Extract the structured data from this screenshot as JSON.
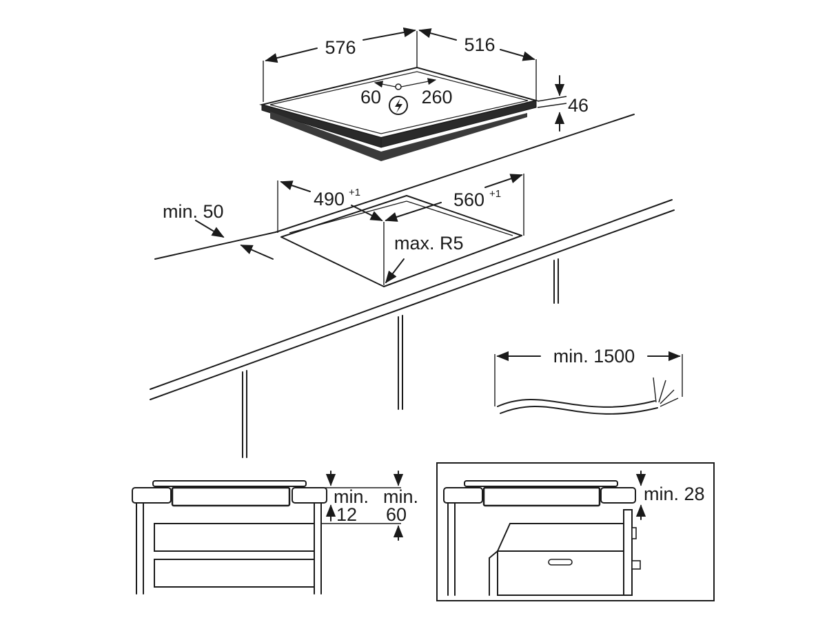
{
  "dimensions": {
    "hob_width": "576",
    "hob_depth": "516",
    "hob_height": "46",
    "connection_offset_left": "60",
    "connection_offset_right": "260",
    "cutout_depth": "490",
    "cutout_depth_tol": "+1",
    "cutout_width": "560",
    "cutout_width_tol": "+1",
    "min_front_distance": "min. 50",
    "max_corner_radius": "max. R5",
    "min_cable_length": "min. 1500"
  },
  "installation_left": {
    "gap_label_top": "min.",
    "gap_value": "12",
    "depth_label_top": "min.",
    "depth_value": "60"
  },
  "installation_right": {
    "gap_label": "min. 28"
  },
  "icons": [
    "lightning-icon",
    "cable-icon"
  ],
  "colors": {
    "line": "#1a1a1a",
    "background": "#ffffff",
    "hob_edge": "#2a2a2a"
  }
}
